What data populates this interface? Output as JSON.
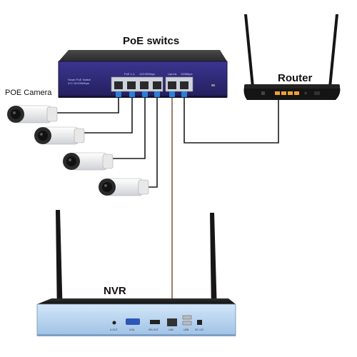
{
  "labels": {
    "switch": "PoE switcs",
    "router": "Router",
    "camera": "POE Camera",
    "nvr": "NVR"
  },
  "switch_panel": {
    "line1": "Smart PoE Switch",
    "line2": "4+2 10/100Mbps",
    "port_group_a": "PoE 1-4",
    "port_group_b": "10/100Mbps",
    "port_group_c": "UpLink",
    "port_group_d": "100Mbps"
  },
  "nvr_panel": {
    "audio_out": "A-OUT",
    "vga": "VGA",
    "hdmi": "HD-OUT",
    "lan": "LAN",
    "usb": "USB",
    "power": "DC 12V"
  },
  "colors": {
    "switch_panel": "#2f2a78",
    "router_body": "#141414",
    "router_ports": "#f0a030",
    "nvr_front": "#b9d6f2",
    "cable_cam": "#1a1a1a",
    "cable_uplink": "#5a3a1a",
    "connector": "#2a7fd6"
  }
}
